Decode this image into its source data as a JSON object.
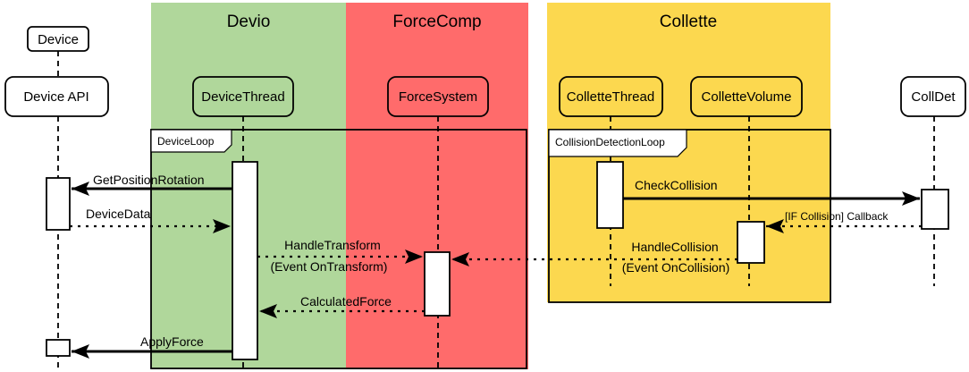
{
  "groups": [
    {
      "title": "Devio",
      "color": "#b0d79b"
    },
    {
      "title": "ForceComp",
      "color": "#ff6b6b"
    },
    {
      "title": "Collette",
      "color": "#fcd84f"
    }
  ],
  "participants": {
    "device": "Device",
    "device_api": "Device API",
    "device_thread": "DeviceThread",
    "force_system": "ForceSystem",
    "collette_thread": "ColletteThread",
    "collette_volume": "ColletteVolume",
    "colldet": "CollDet"
  },
  "loops": {
    "device_loop": "DeviceLoop",
    "collision_loop": "CollisionDetectionLoop"
  },
  "messages": {
    "get_position_rotation": "GetPositionRotation",
    "device_data": "DeviceData",
    "handle_transform_1": "HandleTransform",
    "handle_transform_2": "(Event OnTransform)",
    "calculated_force": "CalculatedForce",
    "apply_force": "ApplyForce",
    "check_collision": "CheckCollision",
    "callback": "[IF Collision] Callback",
    "handle_collision_1": "HandleCollision",
    "handle_collision_2": "(Event OnCollision)"
  }
}
